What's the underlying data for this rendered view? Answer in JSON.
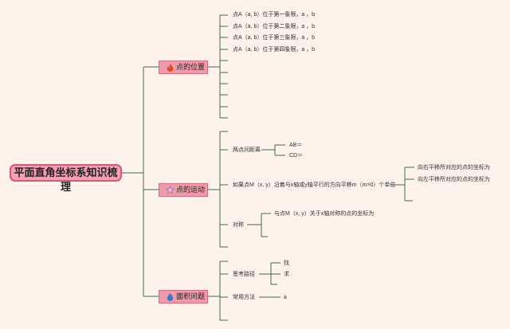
{
  "root": "平面直角坐标系知识梳理",
  "topics": {
    "position": {
      "label": "点的位置",
      "icon": "fire-icon",
      "items": [
        "点A（a, b）位于第一象限，a ，b",
        "点A（a, b）位于第二象限，a ，b",
        "点A（a, b）位于第三象限，a ，b",
        "点A（a, b）位于第四象限，a ，b"
      ]
    },
    "motion": {
      "label": "点的运动",
      "icon": "star-icon",
      "distance": {
        "label": "两点间距离",
        "items": [
          "AB＝",
          "CD＝"
        ]
      },
      "translation": {
        "label": "如果点M（x, y）沿着与x轴或y轴平行的方向平移m（m>0）个单位",
        "items": [
          "向右平移所对应的点的坐标为",
          "向左平移所对应的点的坐标为"
        ]
      },
      "symmetry": {
        "label": "对称",
        "items": [
          "与点M（x, y）关于x轴对称的点的坐标为"
        ]
      }
    },
    "area": {
      "label": "面积问题",
      "icon": "droplet-icon",
      "thinking": {
        "label": "思考路径",
        "items": [
          "找",
          "求"
        ]
      },
      "methods": {
        "label": "常用方法",
        "items": [
          "a"
        ]
      }
    }
  },
  "colors": {
    "background": "#fdf2ec",
    "line": "#3f6b53",
    "root_border": "#d8577a",
    "root_fill": "#f2a0b3",
    "topic_fill": "#ef9aa8"
  }
}
